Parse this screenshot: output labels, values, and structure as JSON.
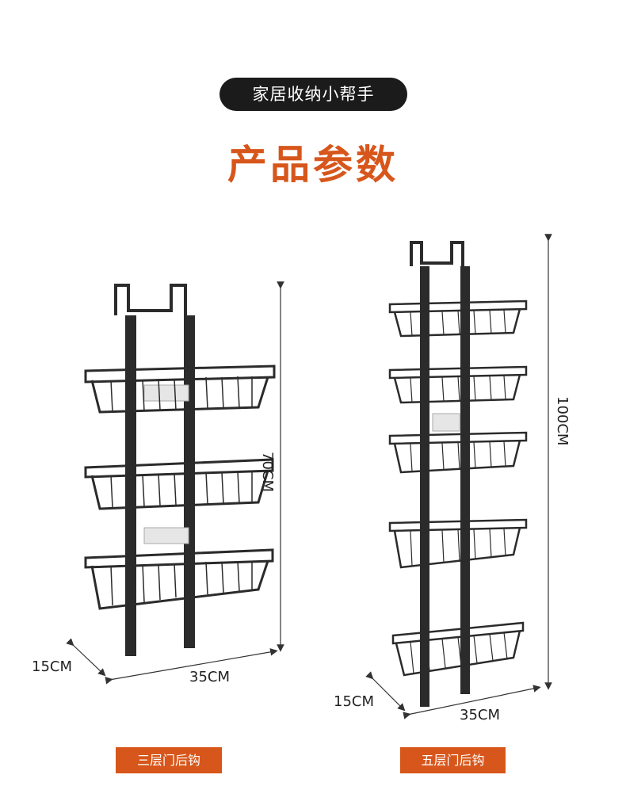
{
  "header": {
    "brand_pill": "家居收纳小帮手",
    "title": "产品参数"
  },
  "products": [
    {
      "name": "三层门后钩",
      "height": "70CM",
      "depth": "15CM",
      "width": "35CM",
      "baskets": 3
    },
    {
      "name": "五层门后钩",
      "height": "100CM",
      "depth": "15CM",
      "width": "35CM",
      "baskets": 5
    }
  ],
  "colors": {
    "accent": "#d7561b",
    "pill_bg": "#1b1b1b",
    "rack": "#2b2b2b"
  }
}
